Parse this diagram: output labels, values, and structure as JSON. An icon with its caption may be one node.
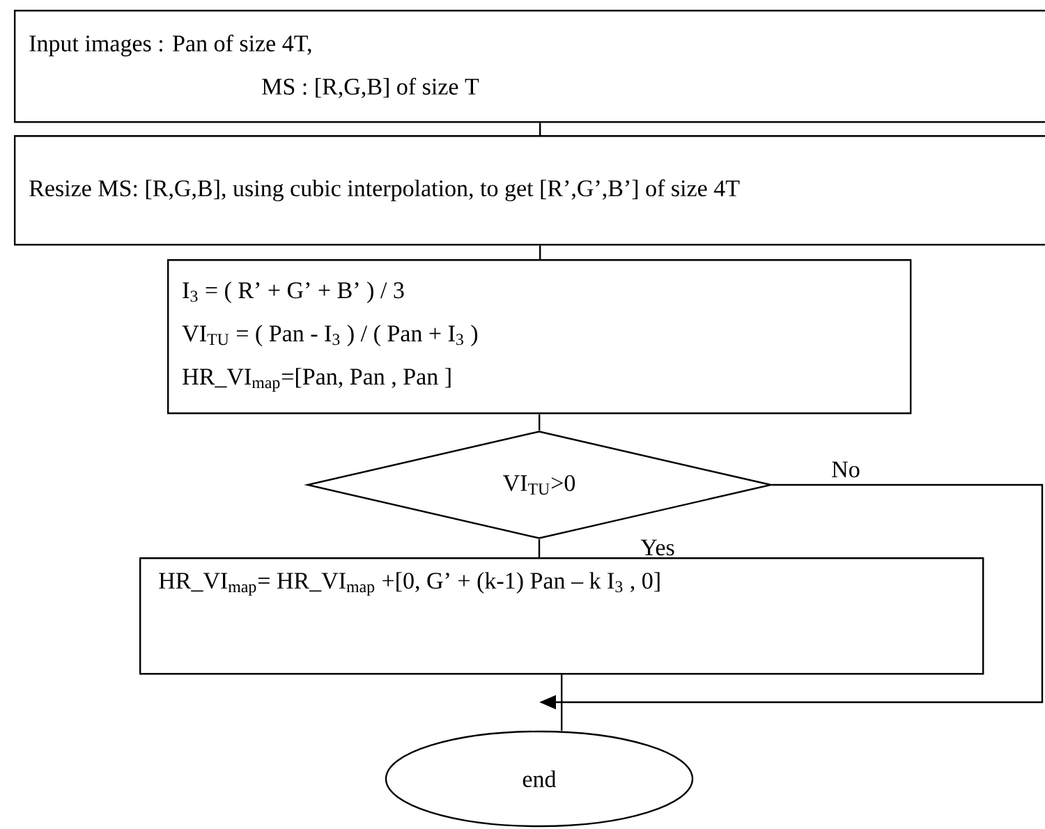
{
  "diagram": {
    "nodes": [
      {
        "text": [
          "Input images : Pan of size 4T,",
          "MS : [R,G,B] of size T"
        ]
      },
      {
        "text": [
          "Resize MS: [R,G,B], using cubic interpolation, to get [R’,G’,B’] of size 4T"
        ]
      },
      {
        "text": [
          "I$_{3}$ = ( R’ + G’ + B’ ) / 3",
          "VI$_{TU}$ = ( Pan - I$_{3}$ ) / ( Pan + I$_{3}$ )",
          "HR_VI$_{map}$=[Pan,   Pan ,   Pan ]"
        ]
      },
      {
        "text": [
          "VI$_{TU}$>0"
        ]
      },
      {
        "text": [
          "HR_VI$_{map}$= HR_VI$_{map}$ +[0,   G’ + (k-1) Pan – k I$_{3}$ ,   0]"
        ]
      },
      {
        "text": [
          "end"
        ]
      }
    ],
    "edges": [
      {
        "from": 0,
        "to": 1,
        "arrow": "none"
      },
      {
        "from": 1,
        "to": 2,
        "arrow": "none"
      },
      {
        "from": 2,
        "to": 3,
        "arrow": "none"
      },
      {
        "from": 3,
        "to": 4,
        "arrow": "none",
        "label": "Yes"
      },
      {
        "from": 3,
        "to": 5,
        "arrow": "to",
        "label": "No"
      },
      {
        "from": 4,
        "to": 5,
        "arrow": "none"
      }
    ]
  }
}
